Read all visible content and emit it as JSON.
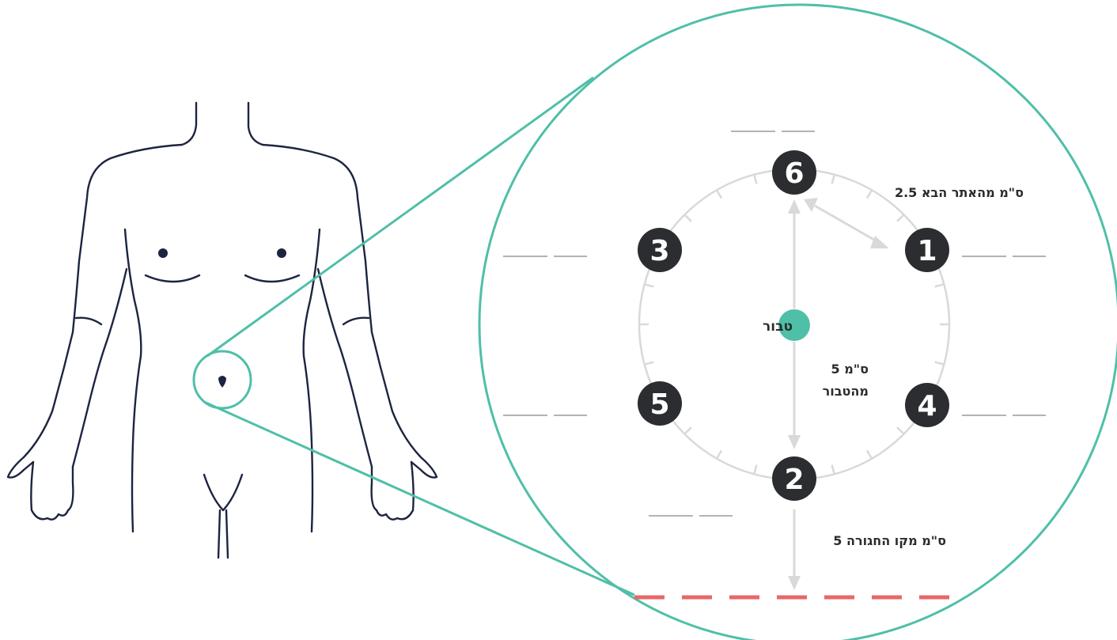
{
  "colors": {
    "accent": "#4fbfa8",
    "outline": "#1d2440",
    "dark_badge": "#2b2d31",
    "gray_dial": "#d9d9d9",
    "belt_line": "#e8676a",
    "blank_line": "#9a9a9a"
  },
  "labels": {
    "navel": "טבור",
    "next_site": "2.5 ס\"מ מהאתר הבא",
    "from_navel_line1": "5 ס\"מ",
    "from_navel_line2": "מהטבור",
    "from_belt": "5 ס\"מ מקו החגורה"
  },
  "sites": [
    {
      "id": "6",
      "label": "6"
    },
    {
      "id": "3",
      "label": "3"
    },
    {
      "id": "1",
      "label": "1"
    },
    {
      "id": "5",
      "label": "5"
    },
    {
      "id": "4",
      "label": "4"
    },
    {
      "id": "2",
      "label": "2"
    }
  ]
}
